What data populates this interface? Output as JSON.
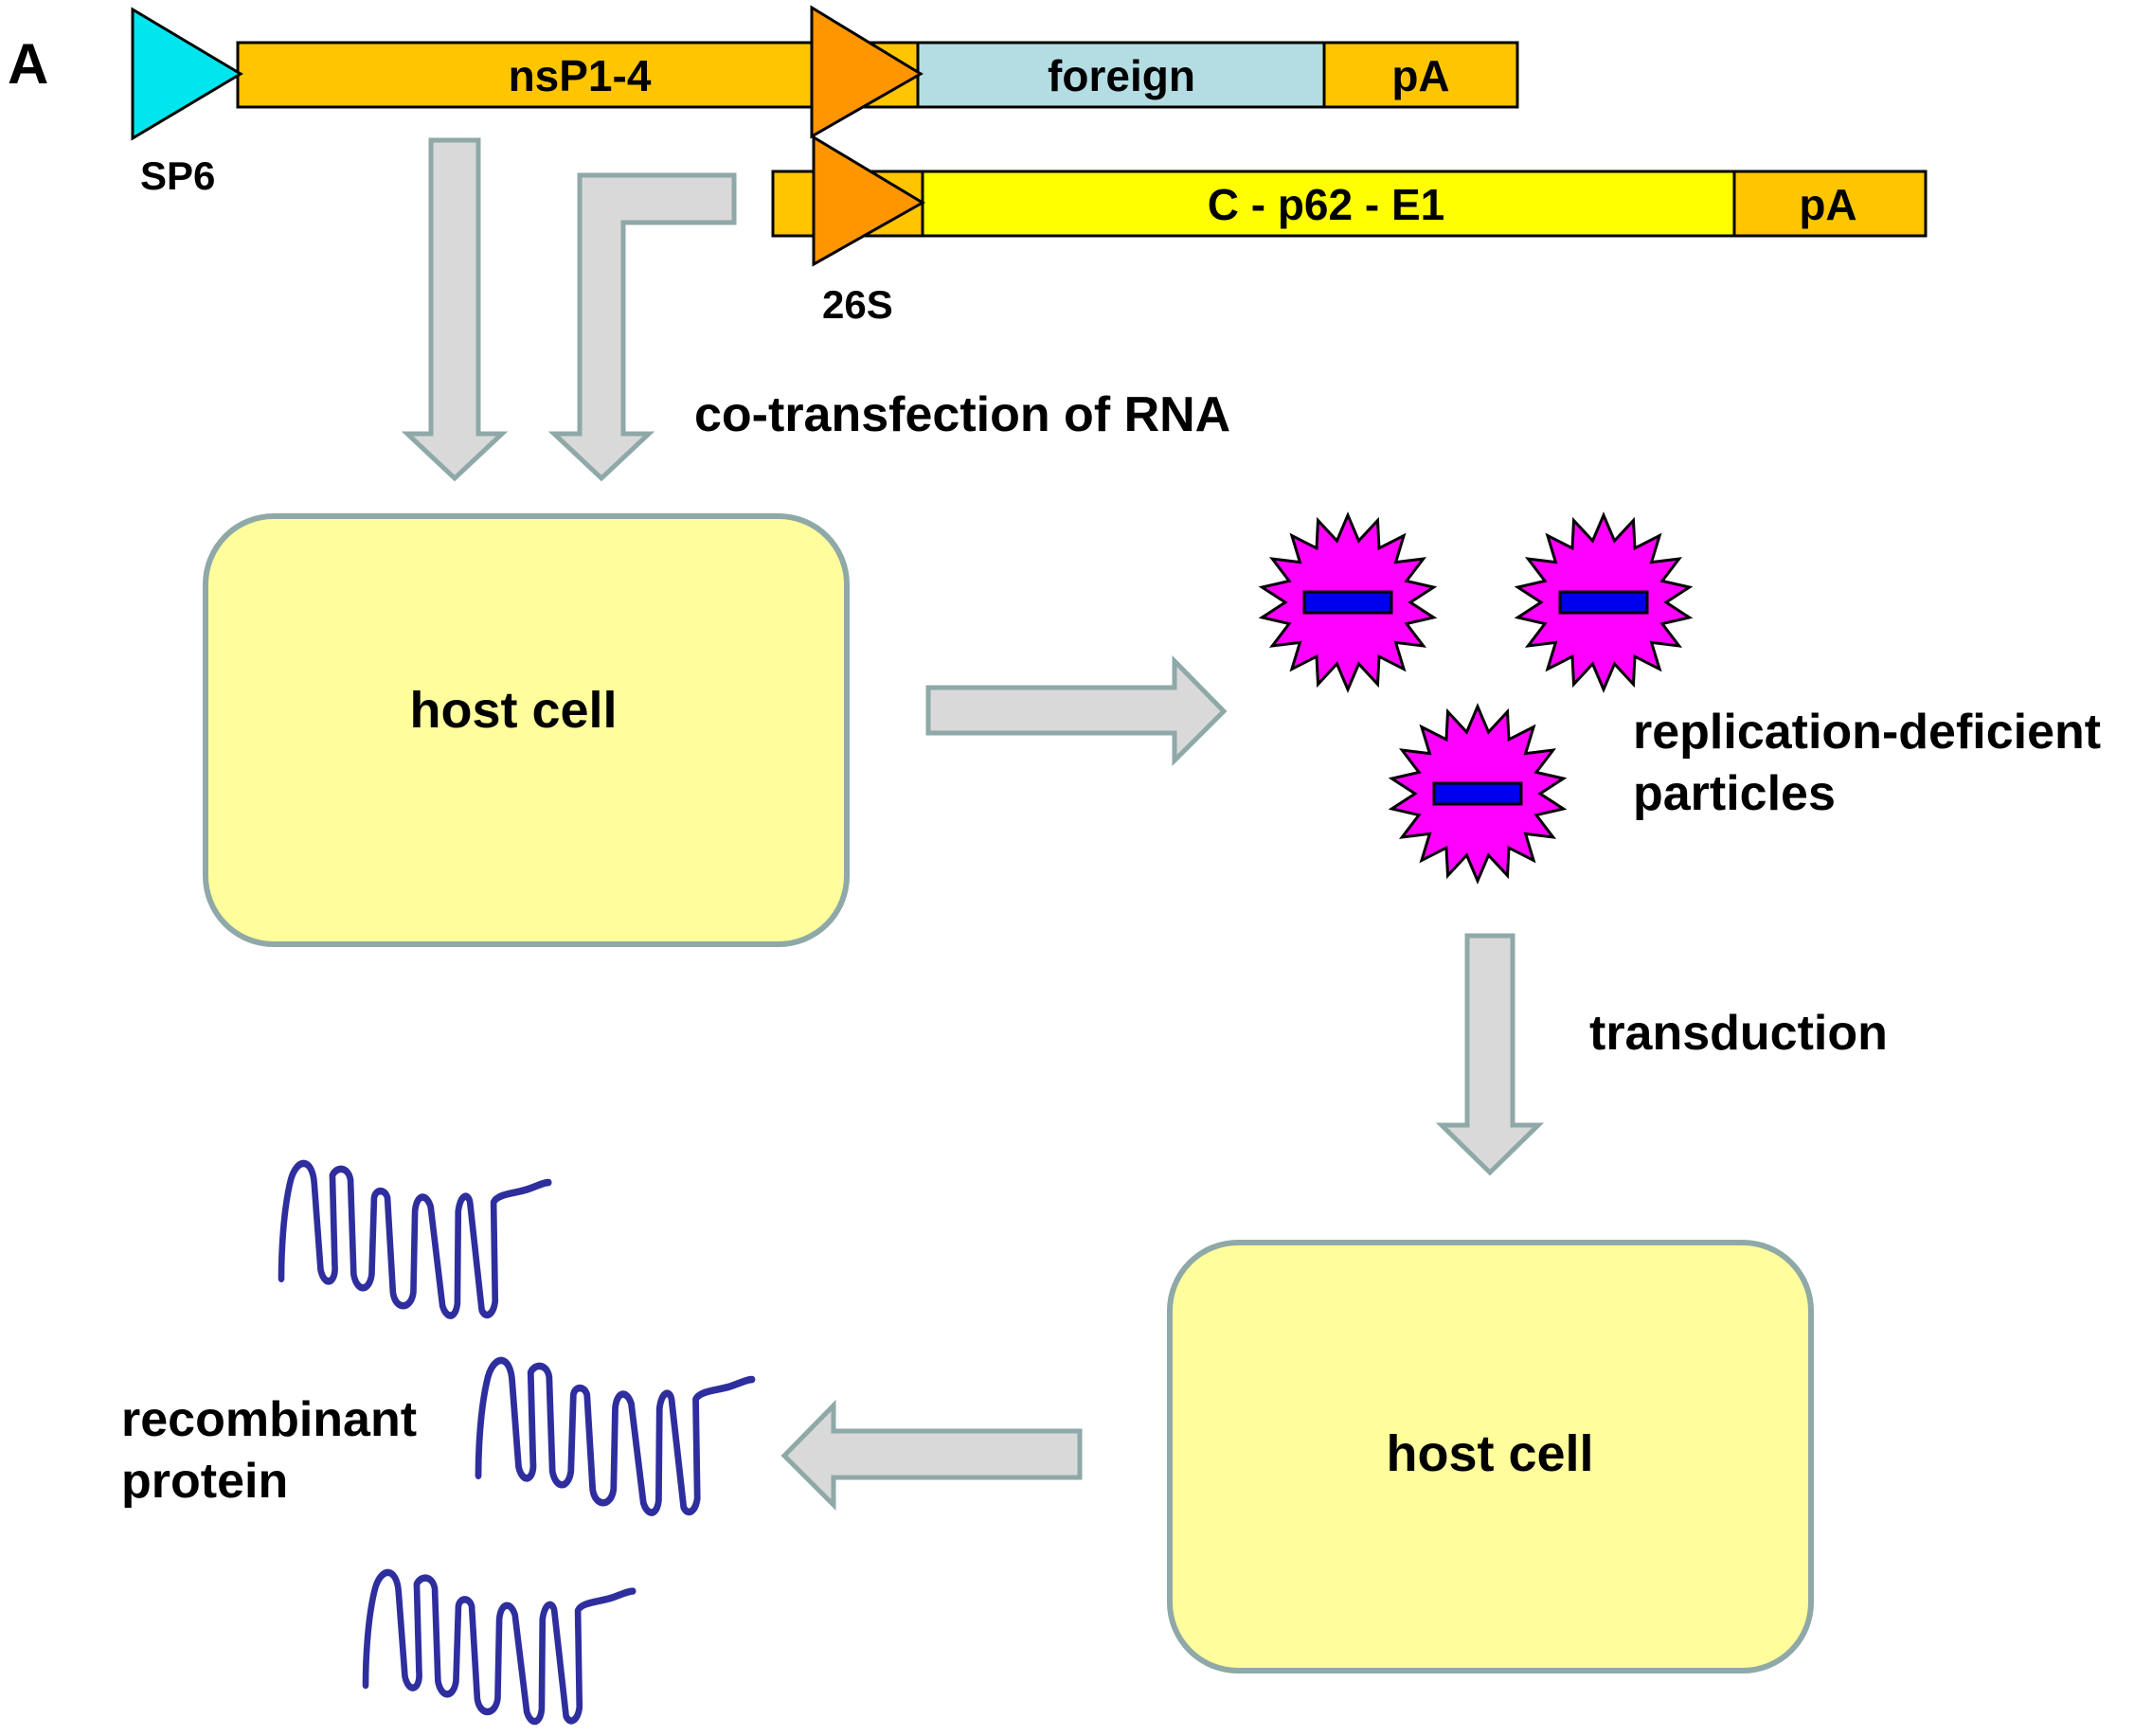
{
  "panel_label": "A",
  "replicon": {
    "segments": {
      "nsp": "nsP1-4",
      "foreign": "foreign",
      "polya": "pA"
    },
    "promoter_label": "SP6"
  },
  "helper": {
    "segments": {
      "structural": "C - p62 - E1",
      "polya": "pA"
    },
    "promoter_label": "26S"
  },
  "steps": {
    "cotransfection": "co-transfection of RNA",
    "transduction": "transduction"
  },
  "host_cell_1": "host cell",
  "host_cell_2": "host cell",
  "particles_label": [
    "replication-deficient",
    "particles"
  ],
  "product_label": [
    "recombinant",
    "protein"
  ],
  "colors": {
    "orange_bar": "#FFC600",
    "foreign_bar": "#B4DDE3",
    "yellow_bar": "#FFFF00",
    "sp6_triangle": "#00E5EE",
    "s26_triangle": "#FF9600",
    "host_cell_fill": "#FFFD9C",
    "host_cell_border": "#8FA8A8",
    "arrow_fill": "#D9D9D9",
    "arrow_border": "#8FA8A8",
    "particle_fill": "#FF00FF",
    "particle_core": "#0000EE",
    "protein_stroke": "#2E2E9E"
  },
  "icons": {
    "particle": "starburst-particle-icon",
    "protein": "squiggle-protein-icon"
  }
}
